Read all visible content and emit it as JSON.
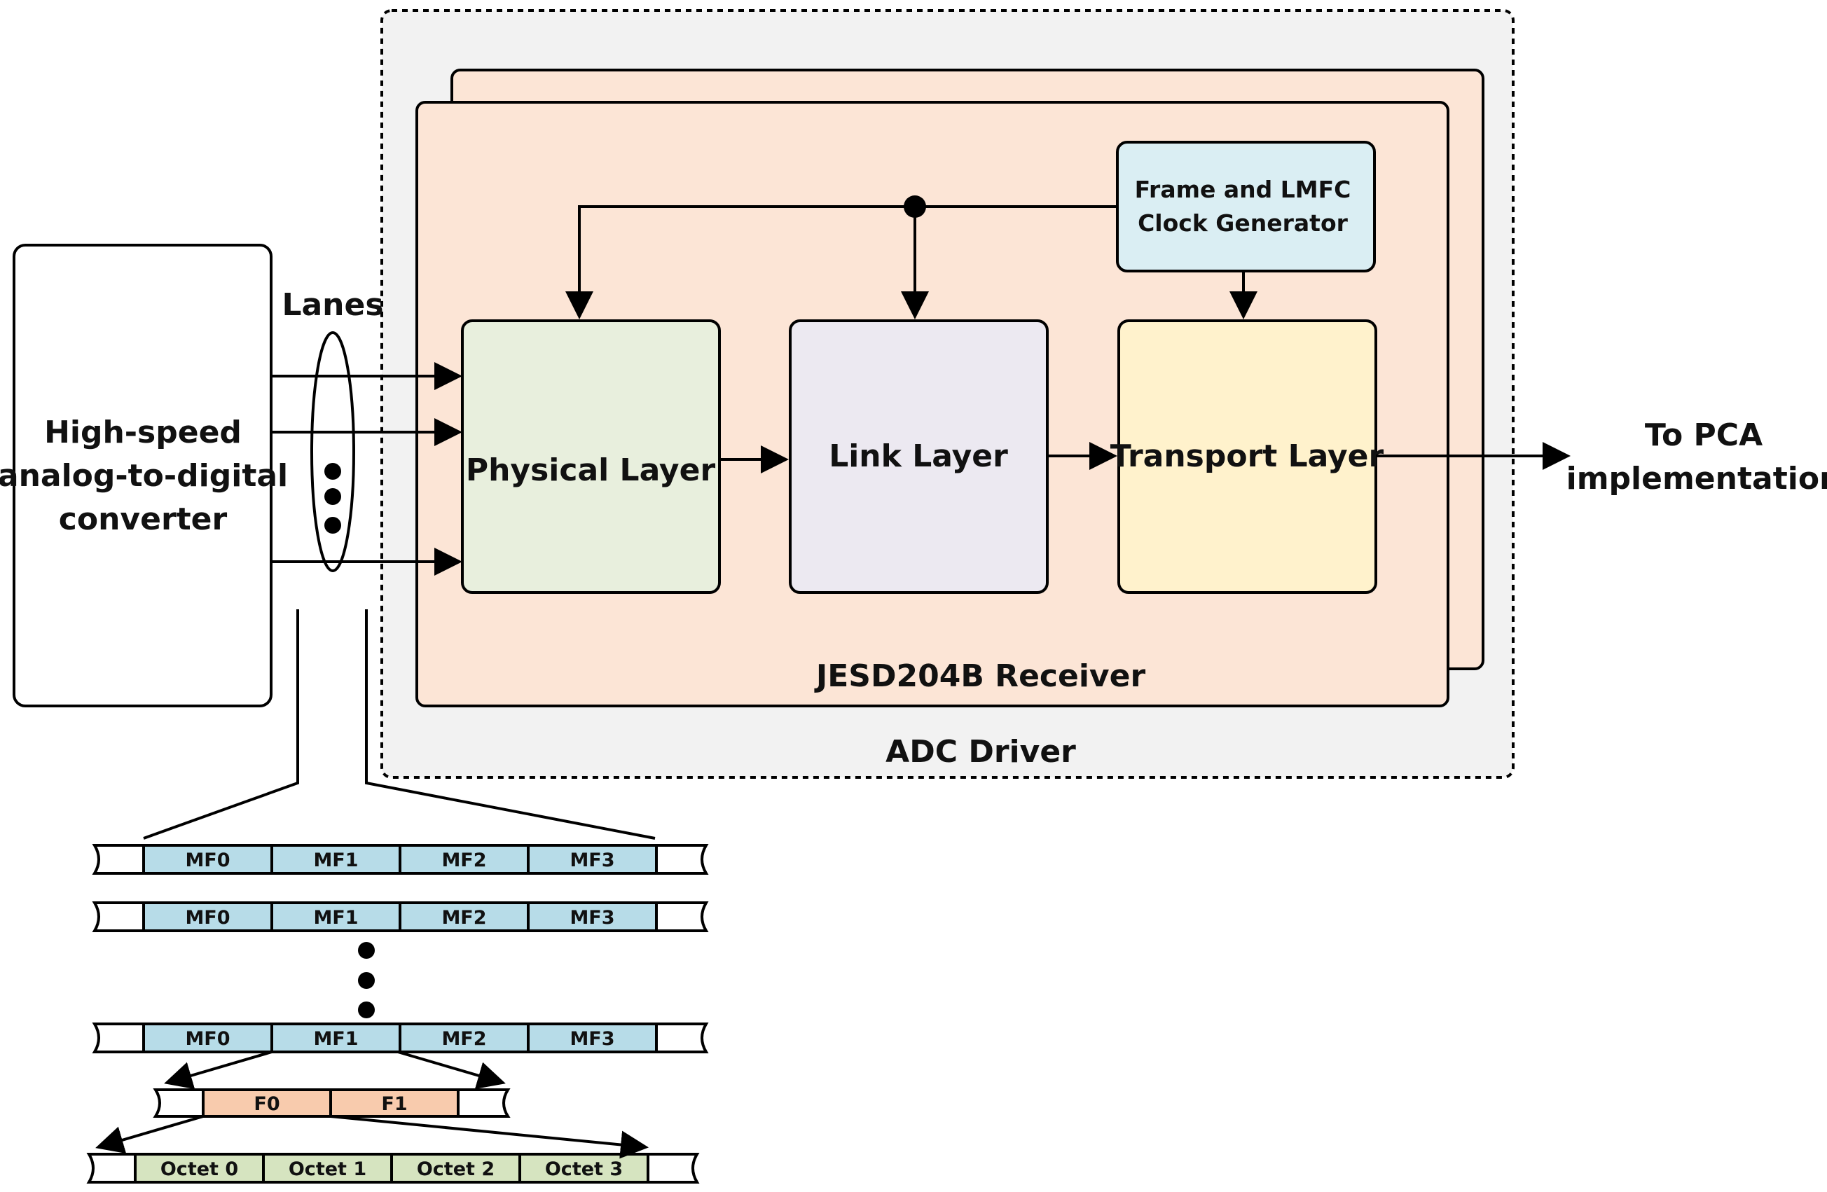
{
  "adc": {
    "line1": "High-speed",
    "line2": "analog-to-digital",
    "line3": "converter"
  },
  "lanes_label": "Lanes",
  "physical_layer": "Physical Layer",
  "link_layer": "Link Layer",
  "transport_layer": "Transport Layer",
  "clock_gen": {
    "line1": "Frame and LMFC",
    "line2": "Clock Generator"
  },
  "receiver_label": "JESD204B Receiver",
  "driver_label": "ADC Driver",
  "output": {
    "line1": "To PCA",
    "line2": "implementation"
  },
  "multiframes": [
    "MF0",
    "MF1",
    "MF2",
    "MF3"
  ],
  "frames": [
    "F0",
    "F1"
  ],
  "octets": [
    "Octet 0",
    "Octet 1",
    "Octet 2",
    "Octet 3"
  ],
  "colors": {
    "driver_bg": "#f2f2f2",
    "receiver_bg": "#fce5d6",
    "physical": "#e8efdd",
    "link": "#ece9f1",
    "transport": "#fff2cc",
    "clock": "#daeef3",
    "multiframe": "#b7dce8",
    "frame": "#f8cbad",
    "octet": "#d6e4c0"
  }
}
